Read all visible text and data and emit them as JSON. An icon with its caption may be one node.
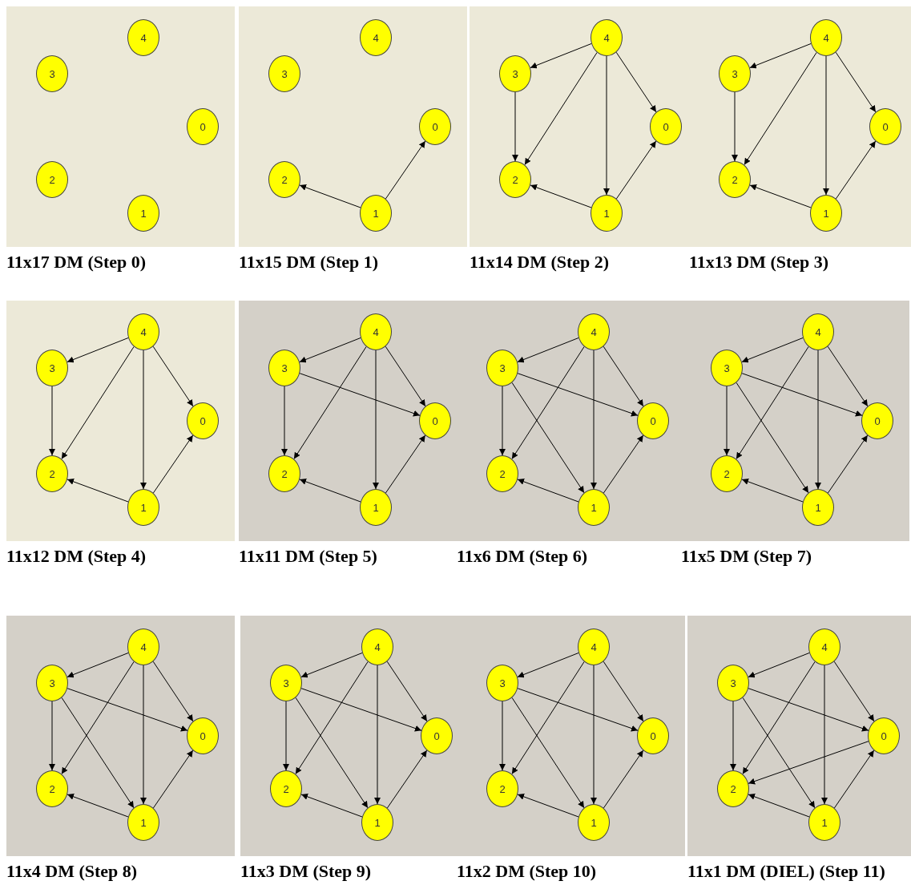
{
  "diagram": {
    "nodes": [
      {
        "text": [
          "11x17 DM (Step 0)"
        ]
      },
      {
        "text": [
          "4"
        ],
        "in": 0
      },
      {
        "text": [
          "3"
        ],
        "in": 0
      },
      {
        "text": [
          "0"
        ],
        "in": 0
      },
      {
        "text": [
          "2"
        ],
        "in": 0
      },
      {
        "text": [
          "1"
        ],
        "in": 0
      },
      {
        "text": [
          "11x15 DM (Step 1)"
        ]
      },
      {
        "text": [
          "4"
        ],
        "in": 6
      },
      {
        "text": [
          "3"
        ],
        "in": 6
      },
      {
        "text": [
          "0"
        ],
        "in": 6
      },
      {
        "text": [
          "2"
        ],
        "in": 6
      },
      {
        "text": [
          "1"
        ],
        "in": 6
      },
      {
        "text": [
          "11x14 DM (Step 2)"
        ]
      },
      {
        "text": [
          "4"
        ],
        "in": 12
      },
      {
        "text": [
          "3"
        ],
        "in": 12
      },
      {
        "text": [
          "0"
        ],
        "in": 12
      },
      {
        "text": [
          "2"
        ],
        "in": 12
      },
      {
        "text": [
          "1"
        ],
        "in": 12
      },
      {
        "text": [
          "11x13 DM (Step 3)"
        ]
      },
      {
        "text": [
          "4"
        ],
        "in": 18
      },
      {
        "text": [
          "3"
        ],
        "in": 18
      },
      {
        "text": [
          "0"
        ],
        "in": 18
      },
      {
        "text": [
          "2"
        ],
        "in": 18
      },
      {
        "text": [
          "1"
        ],
        "in": 18
      },
      {
        "text": [
          "11x12 DM (Step 4)"
        ]
      },
      {
        "text": [
          "4"
        ],
        "in": 24
      },
      {
        "text": [
          "3"
        ],
        "in": 24
      },
      {
        "text": [
          "0"
        ],
        "in": 24
      },
      {
        "text": [
          "2"
        ],
        "in": 24
      },
      {
        "text": [
          "1"
        ],
        "in": 24
      },
      {
        "text": [
          "11x11 DM (Step 5)"
        ]
      },
      {
        "text": [
          "4"
        ],
        "in": 30
      },
      {
        "text": [
          "3"
        ],
        "in": 30
      },
      {
        "text": [
          "0"
        ],
        "in": 30
      },
      {
        "text": [
          "2"
        ],
        "in": 30
      },
      {
        "text": [
          "1"
        ],
        "in": 30
      },
      {
        "text": [
          "11x6 DM (Step 6)"
        ]
      },
      {
        "text": [
          "4"
        ],
        "in": 36
      },
      {
        "text": [
          "3"
        ],
        "in": 36
      },
      {
        "text": [
          "0"
        ],
        "in": 36
      },
      {
        "text": [
          "2"
        ],
        "in": 36
      },
      {
        "text": [
          "1"
        ],
        "in": 36
      },
      {
        "text": [
          "11x5 DM (Step 7)"
        ]
      },
      {
        "text": [
          "4"
        ],
        "in": 42
      },
      {
        "text": [
          "3"
        ],
        "in": 42
      },
      {
        "text": [
          "0"
        ],
        "in": 42
      },
      {
        "text": [
          "2"
        ],
        "in": 42
      },
      {
        "text": [
          "1"
        ],
        "in": 42
      },
      {
        "text": [
          "11x4 DM (Step 8)"
        ]
      },
      {
        "text": [
          "4"
        ],
        "in": 48
      },
      {
        "text": [
          "3"
        ],
        "in": 48
      },
      {
        "text": [
          "0"
        ],
        "in": 48
      },
      {
        "text": [
          "2"
        ],
        "in": 48
      },
      {
        "text": [
          "1"
        ],
        "in": 48
      },
      {
        "text": [
          "11x3 DM (Step 9)"
        ]
      },
      {
        "text": [
          "4"
        ],
        "in": 54
      },
      {
        "text": [
          "3"
        ],
        "in": 54
      },
      {
        "text": [
          "0"
        ],
        "in": 54
      },
      {
        "text": [
          "2"
        ],
        "in": 54
      },
      {
        "text": [
          "1"
        ],
        "in": 54
      },
      {
        "text": [
          "11x2 DM (Step 10)"
        ]
      },
      {
        "text": [
          "4"
        ],
        "in": 60
      },
      {
        "text": [
          "3"
        ],
        "in": 60
      },
      {
        "text": [
          "0"
        ],
        "in": 60
      },
      {
        "text": [
          "2"
        ],
        "in": 60
      },
      {
        "text": [
          "1"
        ],
        "in": 60
      },
      {
        "text": [
          "11x1 DM (DIEL) (Step 11)"
        ]
      },
      {
        "text": [
          "4"
        ],
        "in": 66
      },
      {
        "text": [
          "3"
        ],
        "in": 66
      },
      {
        "text": [
          "0"
        ],
        "in": 66
      },
      {
        "text": [
          "2"
        ],
        "in": 66
      },
      {
        "text": [
          "1"
        ],
        "in": 66
      }
    ],
    "edges": [
      {
        "from": 11,
        "to": 10,
        "arrow": "to"
      },
      {
        "from": 11,
        "to": 9,
        "arrow": "to"
      },
      {
        "from": 13,
        "to": 14,
        "arrow": "to"
      },
      {
        "from": 14,
        "to": 16,
        "arrow": "to"
      },
      {
        "from": 13,
        "to": 16,
        "arrow": "to"
      },
      {
        "from": 13,
        "to": 17,
        "arrow": "to"
      },
      {
        "from": 13,
        "to": 15,
        "arrow": "to"
      },
      {
        "from": 17,
        "to": 16,
        "arrow": "to"
      },
      {
        "from": 17,
        "to": 15,
        "arrow": "to"
      },
      {
        "from": 19,
        "to": 20,
        "arrow": "to"
      },
      {
        "from": 20,
        "to": 22,
        "arrow": "to"
      },
      {
        "from": 19,
        "to": 22,
        "arrow": "to"
      },
      {
        "from": 19,
        "to": 23,
        "arrow": "to"
      },
      {
        "from": 19,
        "to": 21,
        "arrow": "to"
      },
      {
        "from": 23,
        "to": 22,
        "arrow": "to"
      },
      {
        "from": 23,
        "to": 21,
        "arrow": "to"
      },
      {
        "from": 25,
        "to": 26,
        "arrow": "to"
      },
      {
        "from": 26,
        "to": 28,
        "arrow": "to"
      },
      {
        "from": 25,
        "to": 28,
        "arrow": "to"
      },
      {
        "from": 25,
        "to": 29,
        "arrow": "to"
      },
      {
        "from": 25,
        "to": 27,
        "arrow": "to"
      },
      {
        "from": 29,
        "to": 28,
        "arrow": "to"
      },
      {
        "from": 29,
        "to": 27,
        "arrow": "to"
      },
      {
        "from": 31,
        "to": 32,
        "arrow": "to"
      },
      {
        "from": 32,
        "to": 34,
        "arrow": "to"
      },
      {
        "from": 31,
        "to": 34,
        "arrow": "to"
      },
      {
        "from": 31,
        "to": 35,
        "arrow": "to"
      },
      {
        "from": 31,
        "to": 33,
        "arrow": "to"
      },
      {
        "from": 35,
        "to": 34,
        "arrow": "to"
      },
      {
        "from": 35,
        "to": 33,
        "arrow": "to"
      },
      {
        "from": 32,
        "to": 33,
        "arrow": "to"
      },
      {
        "from": 37,
        "to": 38,
        "arrow": "to"
      },
      {
        "from": 38,
        "to": 40,
        "arrow": "to"
      },
      {
        "from": 37,
        "to": 40,
        "arrow": "to"
      },
      {
        "from": 37,
        "to": 41,
        "arrow": "to"
      },
      {
        "from": 37,
        "to": 39,
        "arrow": "to"
      },
      {
        "from": 41,
        "to": 40,
        "arrow": "to"
      },
      {
        "from": 41,
        "to": 39,
        "arrow": "to"
      },
      {
        "from": 38,
        "to": 39,
        "arrow": "to"
      },
      {
        "from": 38,
        "to": 41,
        "arrow": "to"
      },
      {
        "from": 43,
        "to": 44,
        "arrow": "to"
      },
      {
        "from": 44,
        "to": 46,
        "arrow": "to"
      },
      {
        "from": 43,
        "to": 46,
        "arrow": "to"
      },
      {
        "from": 43,
        "to": 47,
        "arrow": "to"
      },
      {
        "from": 43,
        "to": 45,
        "arrow": "to"
      },
      {
        "from": 47,
        "to": 46,
        "arrow": "to"
      },
      {
        "from": 47,
        "to": 45,
        "arrow": "to"
      },
      {
        "from": 44,
        "to": 45,
        "arrow": "to"
      },
      {
        "from": 44,
        "to": 47,
        "arrow": "to"
      },
      {
        "from": 49,
        "to": 50,
        "arrow": "to"
      },
      {
        "from": 50,
        "to": 52,
        "arrow": "to"
      },
      {
        "from": 49,
        "to": 52,
        "arrow": "to"
      },
      {
        "from": 49,
        "to": 53,
        "arrow": "to"
      },
      {
        "from": 49,
        "to": 51,
        "arrow": "to"
      },
      {
        "from": 53,
        "to": 52,
        "arrow": "to"
      },
      {
        "from": 53,
        "to": 51,
        "arrow": "to"
      },
      {
        "from": 50,
        "to": 51,
        "arrow": "to"
      },
      {
        "from": 50,
        "to": 53,
        "arrow": "to"
      },
      {
        "from": 55,
        "to": 56,
        "arrow": "to"
      },
      {
        "from": 56,
        "to": 58,
        "arrow": "to"
      },
      {
        "from": 55,
        "to": 58,
        "arrow": "to"
      },
      {
        "from": 55,
        "to": 59,
        "arrow": "to"
      },
      {
        "from": 55,
        "to": 57,
        "arrow": "to"
      },
      {
        "from": 59,
        "to": 58,
        "arrow": "to"
      },
      {
        "from": 59,
        "to": 57,
        "arrow": "to"
      },
      {
        "from": 56,
        "to": 57,
        "arrow": "to"
      },
      {
        "from": 56,
        "to": 59,
        "arrow": "to"
      },
      {
        "from": 61,
        "to": 62,
        "arrow": "to"
      },
      {
        "from": 62,
        "to": 64,
        "arrow": "to"
      },
      {
        "from": 61,
        "to": 64,
        "arrow": "to"
      },
      {
        "from": 61,
        "to": 65,
        "arrow": "to"
      },
      {
        "from": 61,
        "to": 63,
        "arrow": "to"
      },
      {
        "from": 65,
        "to": 64,
        "arrow": "to"
      },
      {
        "from": 65,
        "to": 63,
        "arrow": "to"
      },
      {
        "from": 62,
        "to": 63,
        "arrow": "to"
      },
      {
        "from": 62,
        "to": 65,
        "arrow": "to"
      },
      {
        "from": 67,
        "to": 68,
        "arrow": "to"
      },
      {
        "from": 68,
        "to": 70,
        "arrow": "to"
      },
      {
        "from": 67,
        "to": 70,
        "arrow": "to"
      },
      {
        "from": 67,
        "to": 71,
        "arrow": "to"
      },
      {
        "from": 67,
        "to": 69,
        "arrow": "to"
      },
      {
        "from": 71,
        "to": 70,
        "arrow": "to"
      },
      {
        "from": 71,
        "to": 69,
        "arrow": "to"
      },
      {
        "from": 68,
        "to": 69,
        "arrow": "to"
      },
      {
        "from": 68,
        "to": 71,
        "arrow": "to"
      },
      {
        "from": 69,
        "to": 70,
        "arrow": "to"
      }
    ]
  }
}
